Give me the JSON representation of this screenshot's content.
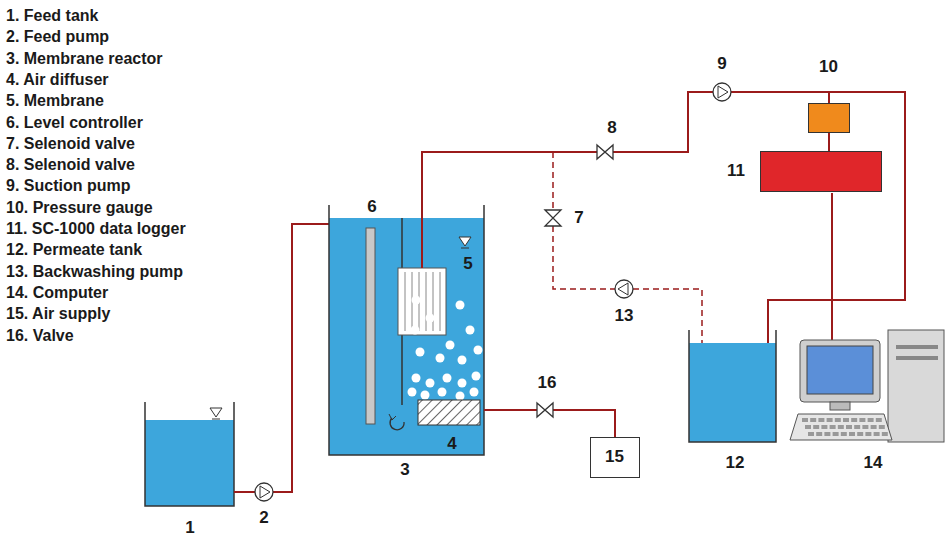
{
  "diagram": {
    "nodes": [
      {
        "text": [
          "10"
        ]
      },
      {
        "text": [
          "11"
        ]
      },
      {
        "text": [
          "15"
        ]
      }
    ],
    "edges": [
      {
        "from": 0,
        "to": 1,
        "arrow": "none"
      }
    ],
    "labels": [
      "1. Feed tank",
      "2. Feed pump",
      "3. Membrane reactor",
      "4. Air diffuser",
      "5. Membrane",
      "6. Level controller",
      "7. Selenoid valve",
      "8. Selenoid valve",
      "9. Suction pump",
      "10. Pressure gauge",
      "11. SC-1000 data logger",
      "12. Permeate tank",
      "13. Backwashing pump",
      "14. Computer",
      "15. Air supply",
      "16. Valve",
      "1",
      "2",
      "3",
      "4",
      "5",
      "6",
      "7",
      "8",
      "9",
      "12",
      "13",
      "14",
      "16"
    ]
  }
}
